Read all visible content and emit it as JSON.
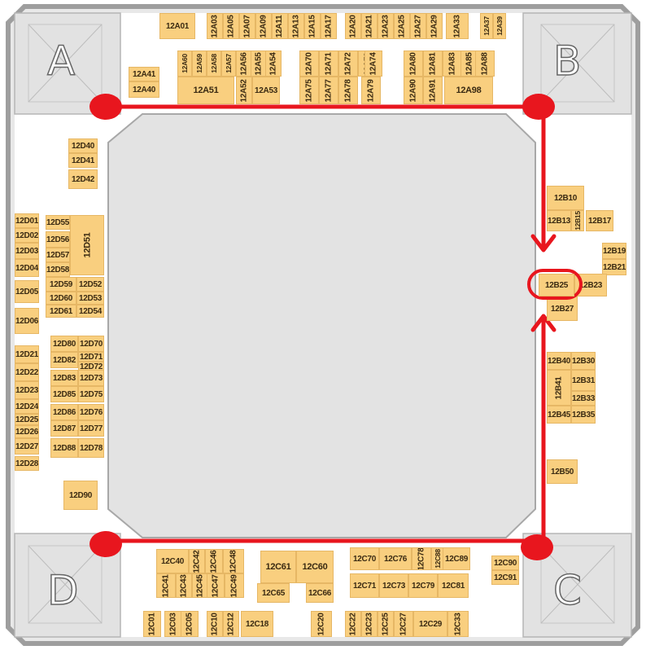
{
  "colors": {
    "outer_fill": "#e8e8e8",
    "outer_stroke": "#9e9e9e",
    "corridor": "#ffffff",
    "atrium": "#e3e3e3",
    "booth": "#f9cf7f",
    "route": "#e8161e"
  },
  "corners": [
    "A",
    "B",
    "C",
    "D"
  ],
  "booths": {
    "A": [
      "12A01",
      "12A03",
      "12A05",
      "12A07",
      "12A09",
      "12A11",
      "12A13",
      "12A15",
      "12A17",
      "12A20",
      "12A21",
      "12A23",
      "12A25",
      "12A27",
      "12A29",
      "12A33",
      "12A37",
      "12A39",
      "12A41",
      "12A40",
      "12A60",
      "12A59",
      "12A58",
      "12A57",
      "12A56",
      "12A55",
      "12A54",
      "12A51",
      "12A52",
      "12A53",
      "12A70",
      "12A71",
      "12A72",
      "12A73",
      "12A74",
      "12A75",
      "12A77",
      "12A78",
      "12A79",
      "12A80",
      "12A81",
      "12A83",
      "12A85",
      "12A88",
      "12A90",
      "12A91",
      "12A98"
    ],
    "B": [
      "12B10",
      "12B13",
      "12B15",
      "12B17",
      "12B19",
      "12B21",
      "12B25",
      "12B23",
      "12B27",
      "12B40",
      "12B30",
      "12B41",
      "12B31",
      "12B33",
      "12B45",
      "12B35",
      "12B50"
    ],
    "C": [
      "12C40",
      "12C42",
      "12C46",
      "12C48",
      "12C41",
      "12C43",
      "12C45",
      "12C47",
      "12C49",
      "12C61",
      "12C60",
      "12C65",
      "12C66",
      "12C70",
      "12C76",
      "12C78",
      "12C88",
      "12C89",
      "12C71",
      "12C73",
      "12C79",
      "12C81",
      "12C90",
      "12C91",
      "12C01",
      "12C03",
      "12C05",
      "12C10",
      "12C12",
      "12C18",
      "12C20",
      "12C22",
      "12C23",
      "12C25",
      "12C27",
      "12C29",
      "12C33"
    ],
    "D": [
      "12D40",
      "12D41",
      "12D42",
      "12D01",
      "12D02",
      "12D03",
      "12D04",
      "12D05",
      "12D06",
      "12D55",
      "12D56",
      "12D57",
      "12D58",
      "12D51",
      "12D59",
      "12D52",
      "12D60",
      "12D53",
      "12D61",
      "12D54",
      "12D21",
      "12D22",
      "12D23",
      "12D24",
      "12D25",
      "12D26",
      "12D27",
      "12D28",
      "12D80",
      "12D70",
      "12D82",
      "12D71",
      "12D72",
      "12D83",
      "12D73",
      "12D85",
      "12D75",
      "12D86",
      "12D76",
      "12D87",
      "12D77",
      "12D88",
      "12D78",
      "12D90"
    ]
  },
  "highlighted_booth": "12B25",
  "route": [
    "A",
    "B",
    "12B25",
    "C",
    "D"
  ]
}
